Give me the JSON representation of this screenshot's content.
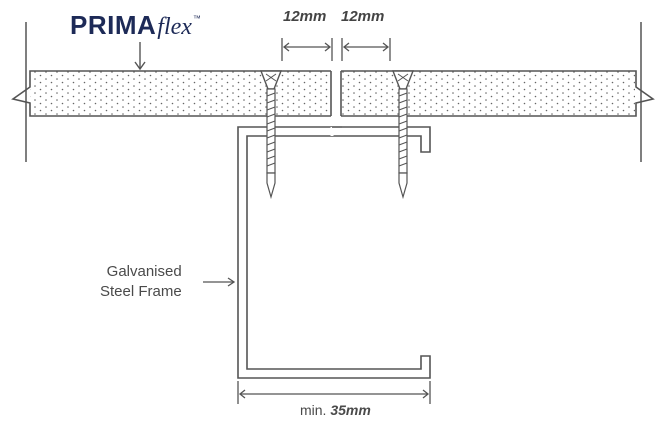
{
  "brand": {
    "name_strong": "PRIMA",
    "name_script": "flex",
    "trademark": "™"
  },
  "dimensions": {
    "gap_left": "12mm",
    "gap_right": "12mm",
    "min_prefix": "min.",
    "min_value": "35mm"
  },
  "labels": {
    "frame_line1": "Galvanised",
    "frame_line2": "Steel Frame"
  },
  "icons": {
    "board": "dotted-board-panel-icon",
    "screw": "countersunk-screw-icon",
    "frame": "c-channel-frame-icon"
  },
  "colors": {
    "line": "#555555",
    "brand": "#1d2a57",
    "text": "#4a4a4a"
  }
}
